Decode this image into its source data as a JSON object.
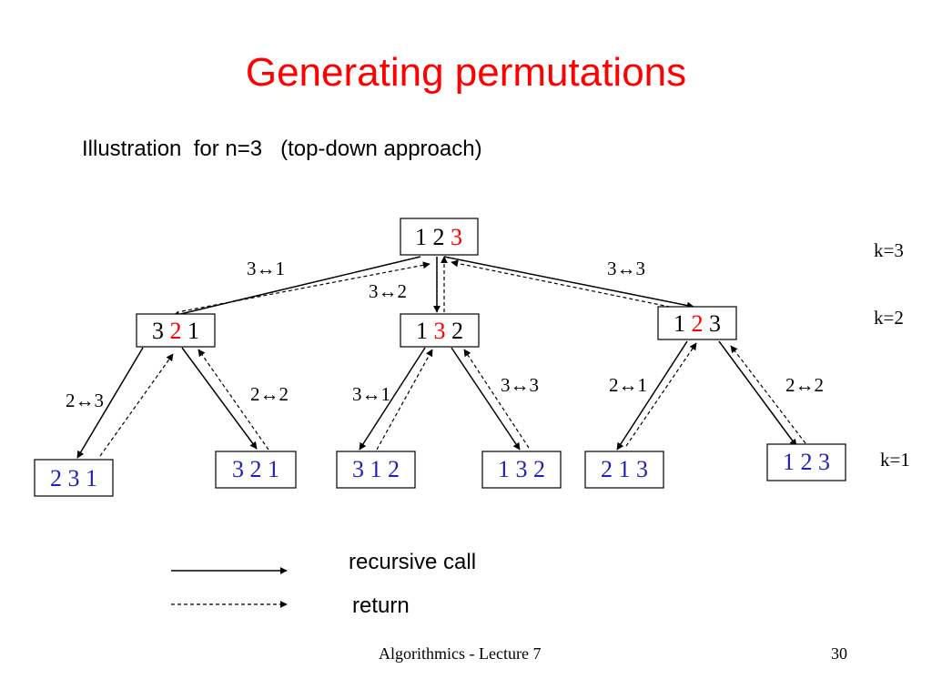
{
  "slide": {
    "title": "Generating permutations",
    "subtitle": "Illustration  for n=3   (top-down approach)",
    "footer_left": "Algorithmics - Lecture 7",
    "page_number": "30"
  },
  "tree": {
    "root": [
      "1",
      "2",
      "3"
    ],
    "level2": [
      {
        "digits": [
          "3",
          "2",
          "1"
        ],
        "label": "3↔1"
      },
      {
        "digits": [
          "1",
          "3",
          "2"
        ],
        "label": "3↔2"
      },
      {
        "digits": [
          "1",
          "2",
          "3"
        ],
        "label": "3↔3"
      }
    ],
    "leaves": [
      {
        "text": "2 3 1",
        "label": "2↔3"
      },
      {
        "text": "3 2 1",
        "label": "2↔2"
      },
      {
        "text": "3 1 2",
        "label": "3↔1"
      },
      {
        "text": "1 3 2",
        "label": "3↔3"
      },
      {
        "text": "2 1 3",
        "label": "2↔1"
      },
      {
        "text": "1 2 3",
        "label": "2↔2"
      }
    ],
    "levels": [
      "k=3",
      "k=2",
      "k=1"
    ]
  },
  "legend": {
    "solid": "recursive call",
    "dashed": "return"
  },
  "colors": {
    "highlight": "#ff0000",
    "leaf": "#1f1fb8",
    "title": "#ff0000"
  }
}
